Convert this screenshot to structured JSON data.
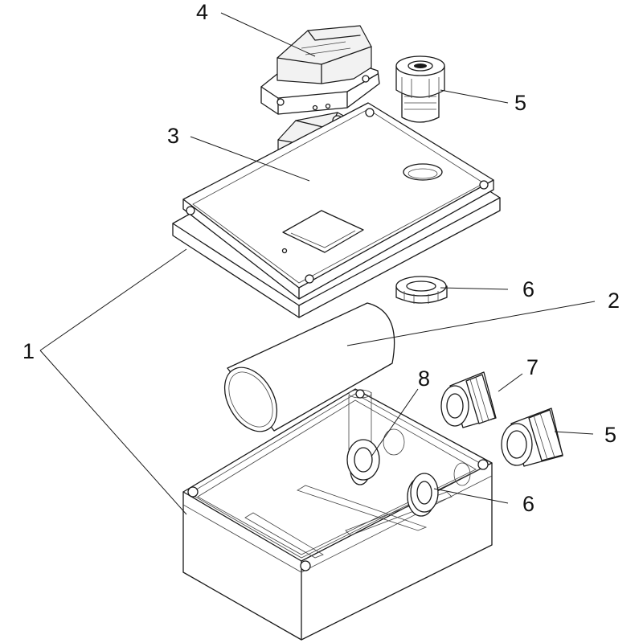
{
  "diagram": {
    "title": "Exploded view of switch enclosure assembly",
    "callouts": [
      {
        "id": "c4",
        "label": "4"
      },
      {
        "id": "c5a",
        "label": "5"
      },
      {
        "id": "c3",
        "label": "3"
      },
      {
        "id": "c6a",
        "label": "6"
      },
      {
        "id": "c2",
        "label": "2"
      },
      {
        "id": "c1",
        "label": "1"
      },
      {
        "id": "c8",
        "label": "8"
      },
      {
        "id": "c7",
        "label": "7"
      },
      {
        "id": "c5b",
        "label": "5"
      },
      {
        "id": "c6b",
        "label": "6"
      }
    ]
  }
}
